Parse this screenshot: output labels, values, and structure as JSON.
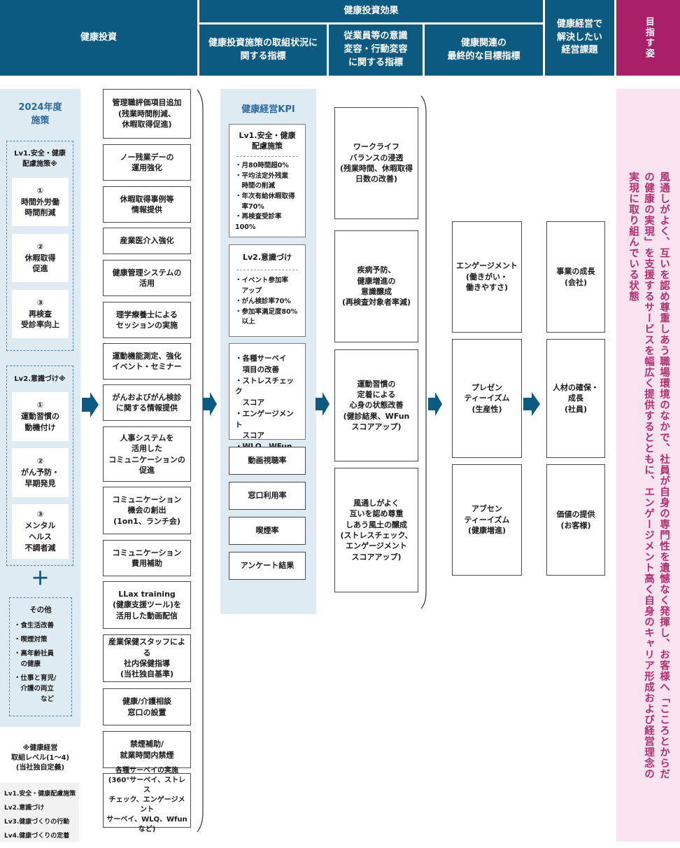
{
  "headers": {
    "investment": "健康投資",
    "effect": "健康投資効果",
    "effect_sub1": "健康投資施策の取組状況に\n関する指標",
    "effect_sub2": "従業員等の意識\n変容・行動変容\nに関する指標",
    "effect_sub3": "健康関連の\n最終的な目標指標",
    "issues": "健康経営で\n解決したい\n経営課題",
    "goal": "目指す姿"
  },
  "fy": {
    "title": "2024年度\n施策",
    "lv1_label": "Lv1.安全・健康\n配慮施策※",
    "lv1_items": [
      "①\n時間外労働\n時間削減",
      "②\n休暇取得\n促進",
      "③\n再検査\n受診率向上"
    ],
    "lv2_label": "Lv2.意識づけ※",
    "lv2_items": [
      "①\n運動習慣の\n動機付け",
      "②\nがん予防・\n早期発見",
      "③\nメンタル\nヘルス\n不調者減"
    ],
    "plus": "＋",
    "other_title": "その他",
    "other_items": [
      "・食生活改善",
      "・喫煙対策",
      "・高年齢社員\n　の健康",
      "・仕事と育児/\n　介護の両立\n　　　　など"
    ]
  },
  "note": "※健康経営\n取組レベル(1～4)\n(当社独自定義)",
  "legend": [
    "Lv1.安全・健康配慮施策",
    "Lv2.意識づけ",
    "Lv3.健康づくりの行動",
    "Lv4.健康づくりの定着"
  ],
  "measures": [
    "管理職評価項目追加\n(残業時間削減、\n休暇取得促進)",
    "ノー残業デーの\n運用強化",
    "休暇取得事例等\n情報提供",
    "産業医介入強化",
    "健康管理システムの\n活用",
    "理学療養士による\nセッションの実施",
    "運動機能測定、強化\nイベント・セミナー",
    "がんおよびがん検診\nに関する情報提供",
    "人事システムを\n活用した\nコミュニケーションの\n促進",
    "コミュニケーション\n機会の創出\n(1on1、ランチ会)",
    "コミュニケーション\n費用補助",
    "LLax training\n(健康支援ツール)を\n活用した動画配信",
    "産業保健スタッフによる\n社内保健指導\n(当社独自基準)",
    "健康/介護相談\n窓口の設置",
    "禁煙補助/\n就業時間内禁煙",
    "各種サーベイの実施\n(360°サーベイ、ストレス\nチェック、エンゲージメント\nサーベイ、WLQ、Wfunなど)"
  ],
  "kpi": {
    "title": "健康経営KPI",
    "lv1_head": "Lv1.安全・健康\n配慮施策",
    "lv1_items": "・月80時間超0%\n・平均法定外残業\n　時間の削減\n・年次有給休暇取得\n　率70%\n・再検査受診率100%",
    "lv2_head": "Lv2.意識づけ",
    "lv2_items": "・イベント参加率\n　アップ\n・がん検診率70%\n・参加率満足度80%\n　以上",
    "survey_items": "・各種サーベイ\n　項目の改善\n・ストレスチェック\n　スコア\n・エンゲージメント\n　スコア\n・WLQ、WFun",
    "extra": [
      "動画視聴率",
      "窓口利用率",
      "喫煙率",
      "アンケート結果"
    ]
  },
  "behavior": [
    "ワークライフ\nバランスの浸透\n(残業時間、休暇取得\n日数の改善)",
    "疾病予防、\n健康増進の\n意識醸成\n(再検査対象者率減)",
    "運動習慣の\n定着による\n心身の状態改善\n(健診結果、WFun\nスコアアップ)",
    "風通しがよく\n互いを認め尊重\nしあう風土の醸成\n(ストレスチェック、\nエンゲージメント\nスコアアップ)"
  ],
  "final": [
    "エンゲージメント\n(働きがい・\n働きやすさ)",
    "プレゼン\nティーイズム\n(生産性)",
    "アブセン\nティーイズム\n(健康増進)"
  ],
  "issues": [
    "事業の成長\n(会社)",
    "人材の確保・\n成長\n(社員)",
    "価値の提供\n(お客様)"
  ],
  "vision": "風通しがよく、互いを認め尊重しあう職場環境のなかで、社員が自身の専門性を遺憾なく発揮し、お客様へ「こころとからだの健康の実現」を支援するサービスを幅広く提供するとともに、エンゲージメント高く自身のキャリア形成および経営理念の実現に取り組んでいる状態",
  "colors": {
    "header": "#0d5a80",
    "goal": "#a82068",
    "panel": "#deebf3",
    "vision_bg": "#f9e3ef",
    "vision_text": "#b0306e",
    "arrow": "#0d5a80"
  }
}
